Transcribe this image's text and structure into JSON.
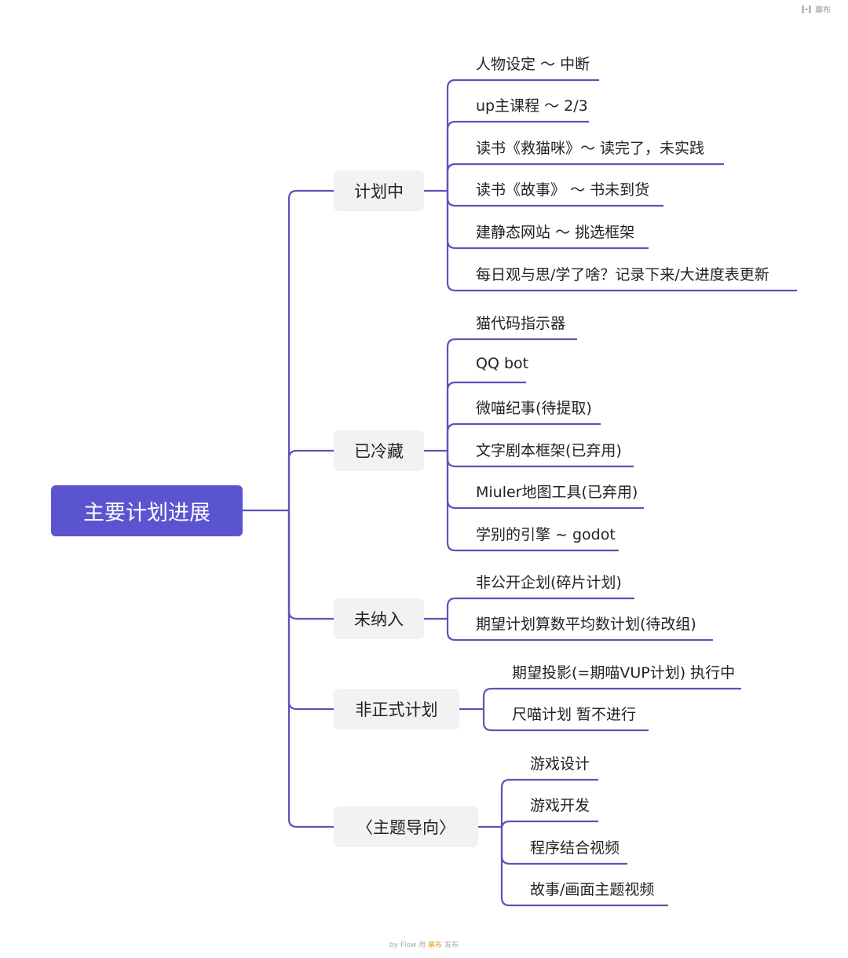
{
  "root": "主要计划进展",
  "line_color": "#5b54b8",
  "root_color": "#5b54d1",
  "branches": [
    {
      "label": "计划中",
      "leaves": [
        "人物设定 ～ 中断",
        "up主课程 ～ 2/3",
        "读书《救猫咪》～ 读完了，未实践",
        "读书《故事》 ～ 书未到货",
        "建静态网站 ～ 挑选框架",
        "每日观与思/学了啥？记录下来/大进度表更新"
      ]
    },
    {
      "label": "已冷藏",
      "leaves": [
        "猫代码指示器",
        "QQ bot",
        "微喵纪事(待提取)",
        "文字剧本框架(已弃用)",
        "Miuler地图工具(已弃用)",
        "学别的引擎 ~ godot"
      ]
    },
    {
      "label": "未纳入",
      "leaves": [
        "非公开企划(碎片计划)",
        "期望计划算数平均数计划(待改组)"
      ]
    },
    {
      "label": "非正式计划",
      "leaves": [
        "期望投影(=期喵VUP计划) 执行中",
        "尺喵计划 暂不进行"
      ]
    },
    {
      "label": "〈主题导向〉",
      "leaves": [
        "游戏设计",
        "游戏开发",
        "程序结合视频",
        "故事/画面主题视频"
      ]
    }
  ],
  "top_right": "幕布",
  "footer": {
    "by": "by",
    "app": "Flow",
    "made": "用",
    "brand": "幕布",
    "publish": "发布"
  }
}
